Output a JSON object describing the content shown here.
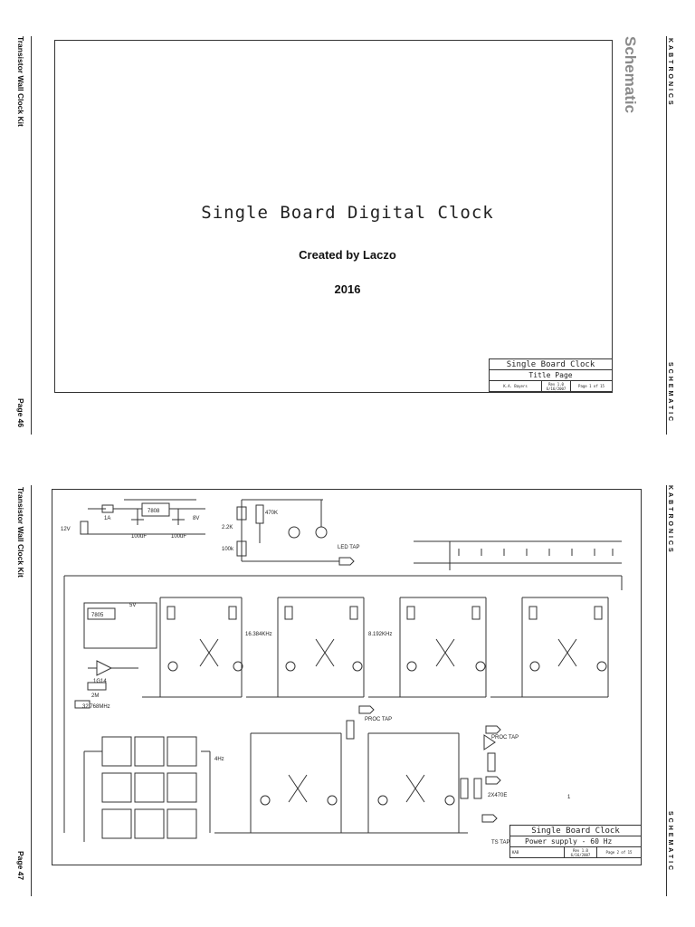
{
  "header_left": "Transistor Wall Clock Kit",
  "brand_right": "KABTRONICS",
  "section_right": "SCHEMATIC",
  "page1": {
    "page_label": "Page 46",
    "watermark": "Schematic",
    "title": "Single Board Digital Clock",
    "subtitle": "Created by Laczo",
    "year": "2016",
    "title_block": {
      "name": "Single Board Clock",
      "sheet": "Title Page",
      "author": "K.A. Bayers",
      "rev": "Rev 1.0",
      "date": "6/16/2007",
      "page": "Page 1 of 15"
    }
  },
  "page2": {
    "page_label": "Page 47",
    "title_block": {
      "name": "Single Board Clock",
      "sheet": "Power supply - 60 Hz",
      "author": "KAB",
      "rev": "Rev 1.0",
      "date": "6/16/2007",
      "page": "Page 2 of 15"
    },
    "labels": {
      "v12": "12V",
      "fuse": "1A",
      "reg1": "7808",
      "cap1": "100uF",
      "cap2": "100uF",
      "v8": "8V",
      "pot_r1": "2.2K",
      "pot_r2": "100k",
      "r470": "470K",
      "led_tap": "LED TAP",
      "reg2": "7805",
      "v5": "5V",
      "gate": "1G14",
      "r2m": "2M",
      "crystal": "32.768MHz",
      "freq1": "16.384KHz",
      "freq2": "8.192KHz",
      "proc_tap": "PROC TAP",
      "proc_tap2": "PROC TAP",
      "hz4": "4Hz",
      "zener": "2X470E",
      "ts_tap": "TS TAP",
      "pin1": "1"
    }
  }
}
